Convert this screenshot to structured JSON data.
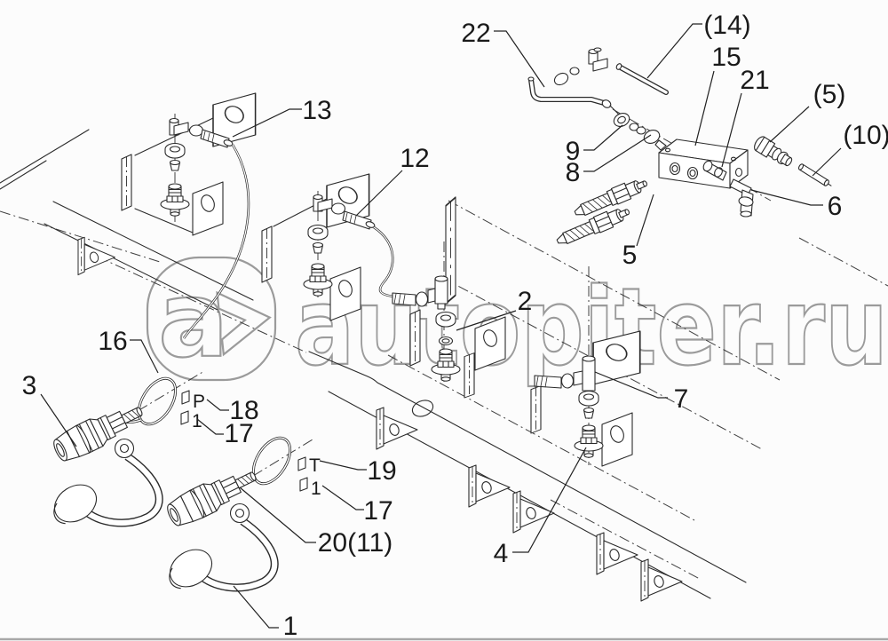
{
  "diagram": {
    "title_hint": "exploded hydraulic fittings parts diagram",
    "colors": {
      "line": "#2b2b2b",
      "watermark": "#9b9b9b",
      "background": "#fcfcfc",
      "callout_text": "#1a1a1a"
    },
    "watermark": {
      "logo_letter": "a",
      "logo_chevron": ">",
      "brand": "autopiter.ru"
    },
    "callouts": [
      {
        "label": "22"
      },
      {
        "label": "(14)"
      },
      {
        "label": "15"
      },
      {
        "label": "21"
      },
      {
        "label": "(5)"
      },
      {
        "label": "(10)"
      },
      {
        "label": "6"
      },
      {
        "label": "13"
      },
      {
        "label": "12"
      },
      {
        "label": "9"
      },
      {
        "label": "8"
      },
      {
        "label": "5"
      },
      {
        "label": "2"
      },
      {
        "label": "7"
      },
      {
        "label": "4"
      },
      {
        "label": "16"
      },
      {
        "label": "3"
      },
      {
        "label": "18"
      },
      {
        "label": "17"
      },
      {
        "label": "19"
      },
      {
        "label": "17"
      },
      {
        "label": "20(11)"
      },
      {
        "label": "1"
      }
    ],
    "port_labels": [
      {
        "text": "P"
      },
      {
        "text": "1"
      },
      {
        "text": "T"
      },
      {
        "text": "1"
      }
    ]
  }
}
